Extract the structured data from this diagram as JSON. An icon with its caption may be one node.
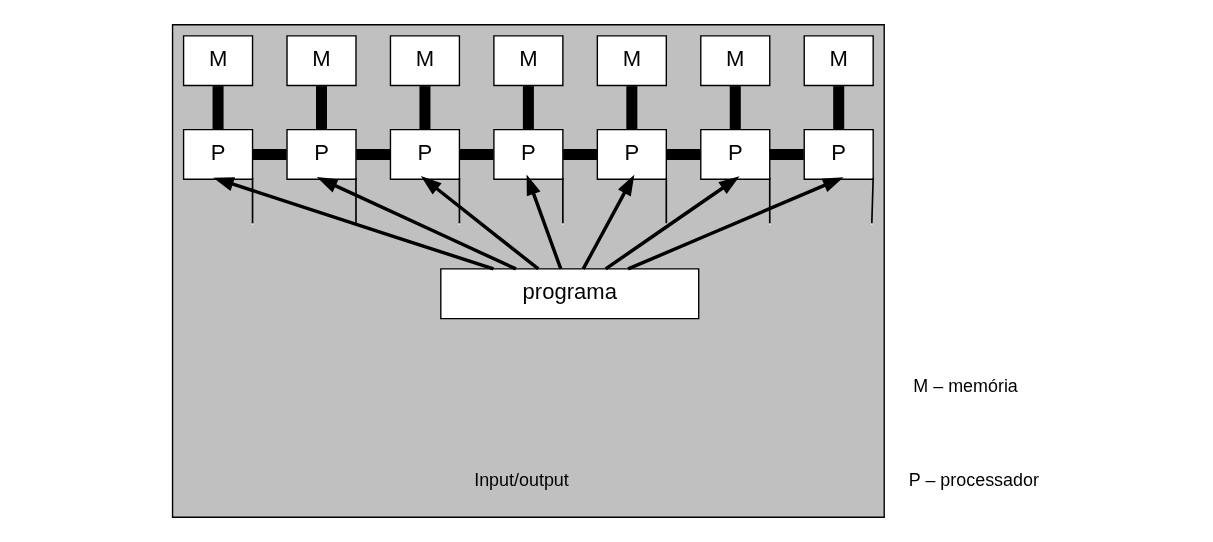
{
  "diagram": {
    "nodes": [
      {
        "text": [],
        "shape": "box"
      },
      {
        "text": [
          "M"
        ],
        "in": 0
      },
      {
        "text": [
          "M"
        ],
        "in": 0
      },
      {
        "text": [
          "M"
        ],
        "in": 0
      },
      {
        "text": [
          "M"
        ],
        "in": 0
      },
      {
        "text": [
          "M"
        ],
        "in": 0
      },
      {
        "text": [
          "M"
        ],
        "in": 0
      },
      {
        "text": [
          "M"
        ],
        "in": 0
      },
      {
        "text": [
          "P"
        ],
        "in": 0
      },
      {
        "text": [
          "P"
        ],
        "in": 0
      },
      {
        "text": [
          "P"
        ],
        "in": 0
      },
      {
        "text": [
          "P"
        ],
        "in": 0
      },
      {
        "text": [
          "P"
        ],
        "in": 0
      },
      {
        "text": [
          "P"
        ],
        "in": 0
      },
      {
        "text": [
          "P"
        ],
        "in": 0
      },
      {
        "text": [
          "programa"
        ],
        "in": 0
      }
    ],
    "edges": [
      {
        "from": 8,
        "to": 1,
        "arrow": "none",
        "style": "thick"
      },
      {
        "from": 9,
        "to": 2,
        "arrow": "none",
        "style": "thick"
      },
      {
        "from": 10,
        "to": 3,
        "arrow": "none",
        "style": "thick"
      },
      {
        "from": 11,
        "to": 4,
        "arrow": "none",
        "style": "thick"
      },
      {
        "from": 12,
        "to": 5,
        "arrow": "none",
        "style": "thick"
      },
      {
        "from": 13,
        "to": 6,
        "arrow": "none",
        "style": "thick"
      },
      {
        "from": 14,
        "to": 7,
        "arrow": "none",
        "style": "thick"
      },
      {
        "from": 8,
        "to": 9,
        "arrow": "none",
        "style": "thick"
      },
      {
        "from": 9,
        "to": 10,
        "arrow": "none",
        "style": "thick"
      },
      {
        "from": 10,
        "to": 11,
        "arrow": "none",
        "style": "thick"
      },
      {
        "from": 11,
        "to": 12,
        "arrow": "none",
        "style": "thick"
      },
      {
        "from": 12,
        "to": 13,
        "arrow": "none",
        "style": "thick"
      },
      {
        "from": 13,
        "to": 14,
        "arrow": "none",
        "style": "thick"
      },
      {
        "from": 15,
        "to": 8,
        "arrow": "to"
      },
      {
        "from": 15,
        "to": 9,
        "arrow": "to"
      },
      {
        "from": 15,
        "to": 10,
        "arrow": "to"
      },
      {
        "from": 15,
        "to": 11,
        "arrow": "to"
      },
      {
        "from": 15,
        "to": 12,
        "arrow": "to"
      },
      {
        "from": 15,
        "to": 13,
        "arrow": "to"
      },
      {
        "from": 15,
        "to": 14,
        "arrow": "to"
      },
      {
        "from": 8,
        "to": null,
        "arrow": "none"
      },
      {
        "from": 9,
        "to": null,
        "arrow": "none"
      },
      {
        "from": 10,
        "to": null,
        "arrow": "none"
      },
      {
        "from": 11,
        "to": null,
        "arrow": "none"
      },
      {
        "from": 12,
        "to": null,
        "arrow": "none"
      },
      {
        "from": 13,
        "to": null,
        "arrow": "none"
      },
      {
        "from": 14,
        "to": null,
        "arrow": "none"
      }
    ],
    "labels": [
      "Input/output",
      "M – memória",
      "P – processador"
    ]
  }
}
